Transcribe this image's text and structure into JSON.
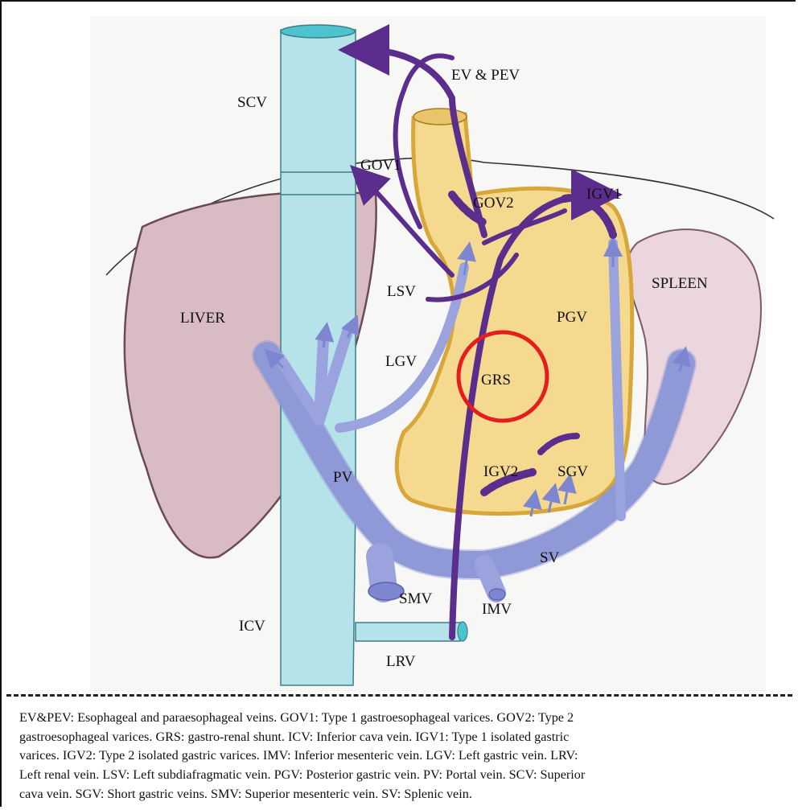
{
  "diagram": {
    "labels": {
      "ev_pev": "EV & PEV",
      "scv": "SCV",
      "gov1": "GOV1",
      "gov2": "GOV2",
      "igv1": "IGV1",
      "spleen": "SPLEEN",
      "lsv": "LSV",
      "liver": "LIVER",
      "pgv": "PGV",
      "lgv": "LGV",
      "grs": "GRS",
      "pv": "PV",
      "igv2": "IGV2",
      "sgv": "SGV",
      "sv": "SV",
      "smv": "SMV",
      "imv": "IMV",
      "icv": "ICV",
      "lrv": "LRV"
    },
    "colors": {
      "vena_cava": "#b6e3ea",
      "liver": "#d9bcc3",
      "spleen": "#ead6dc",
      "stomach": "#f4d98f",
      "stomach_edge": "#d8a73a",
      "portal_system": "#9aa3dd",
      "varices": "#5b2d8c",
      "highlight_circle": "#e41e1e"
    }
  },
  "legend": {
    "lines": [
      "EV&PEV: Esophageal and paraesophageal veins. GOV1: Type 1 gastroesophageal varices. GOV2: Type 2",
      "gastroesophageal varices. GRS: gastro-renal shunt. ICV: Inferior cava vein. IGV1: Type 1 isolated gastric",
      "varices. IGV2: Type 2 isolated gastric varices. IMV: Inferior mesenteric vein. LGV: Left gastric vein. LRV:",
      "Left renal vein. LSV: Left subdiafragmatic vein. PGV: Posterior gastric vein. PV: Portal vein. SCV: Superior",
      "cava vein. SGV: Short gastric veins. SMV: Superior mesenteric vein. SV: Splenic vein."
    ]
  }
}
